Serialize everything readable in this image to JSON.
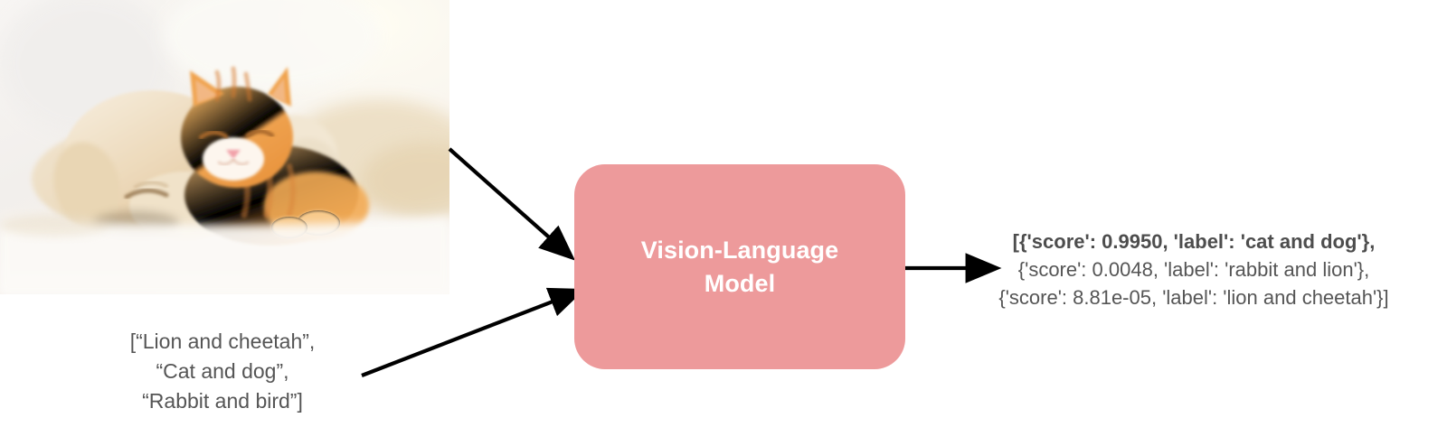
{
  "diagram": {
    "title": "Zero-shot image classification with a Vision-Language Model",
    "colors": {
      "model_box_fill": "#ed9a9b",
      "model_box_text": "#ffffff",
      "body_text": "#555555",
      "arrow": "#000000",
      "canvas_background": "#ffffff"
    }
  },
  "input_image": {
    "alt": "Sleeping golden retriever puppy and orange tabby kitten cuddling on a white blanket",
    "icon": "photo-icon",
    "subjects": [
      "puppy",
      "kitten"
    ]
  },
  "prompt": {
    "icon": "text-prompt-icon",
    "text": "[“Lion and cheetah”,\n“Cat and dog”,\n“Rabbit and bird”]",
    "lines": [
      "[“Lion and cheetah”,",
      "“Cat and dog”,",
      "“Rabbit and bird”]"
    ]
  },
  "model": {
    "label": "Vision-Language\nModel",
    "name": "Vision-Language Model"
  },
  "arrows": {
    "image_to_model": "arrow-image-to-model",
    "prompt_to_model": "arrow-prompt-to-model",
    "model_to_output": "arrow-model-to-output"
  },
  "output": {
    "lines": [
      "[{'score': 0.9950, 'label': 'cat and dog'},",
      "{'score': 0.0048, 'label': 'rabbit and lion'},",
      "{'score': 8.81e-05, 'label': 'lion and cheetah'}]"
    ],
    "predictions": [
      {
        "score": "0.9950",
        "label": "cat and dog"
      },
      {
        "score": "0.0048",
        "label": "rabbit and lion"
      },
      {
        "score": "8.81e-05",
        "label": "lion and cheetah"
      }
    ]
  }
}
